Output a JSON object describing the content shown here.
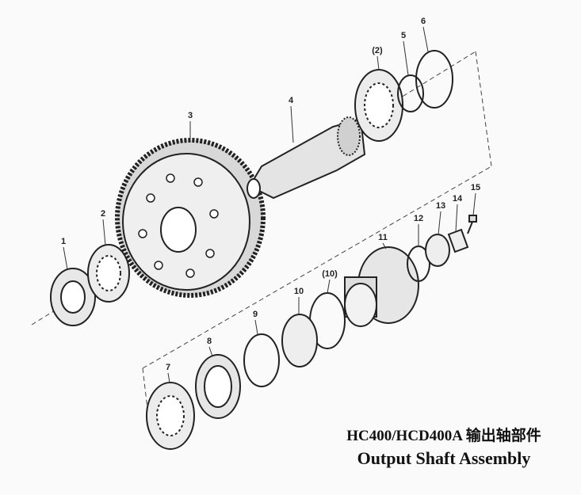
{
  "title": {
    "line1": "HC400/HCD400A 输出轴部件",
    "line2": "Output Shaft Assembly"
  },
  "callouts": [
    {
      "id": "6",
      "label": "6"
    },
    {
      "id": "5",
      "label": "5"
    },
    {
      "id": "2b",
      "label": "(2)"
    },
    {
      "id": "4",
      "label": "4"
    },
    {
      "id": "3",
      "label": "3"
    },
    {
      "id": "2",
      "label": "2"
    },
    {
      "id": "1",
      "label": "1"
    },
    {
      "id": "15",
      "label": "15"
    },
    {
      "id": "14",
      "label": "14"
    },
    {
      "id": "13",
      "label": "13"
    },
    {
      "id": "12",
      "label": "12"
    },
    {
      "id": "11",
      "label": "11"
    },
    {
      "id": "10b",
      "label": "(10)"
    },
    {
      "id": "10",
      "label": "10"
    },
    {
      "id": "9",
      "label": "9"
    },
    {
      "id": "8",
      "label": "8"
    },
    {
      "id": "7",
      "label": "7"
    }
  ]
}
